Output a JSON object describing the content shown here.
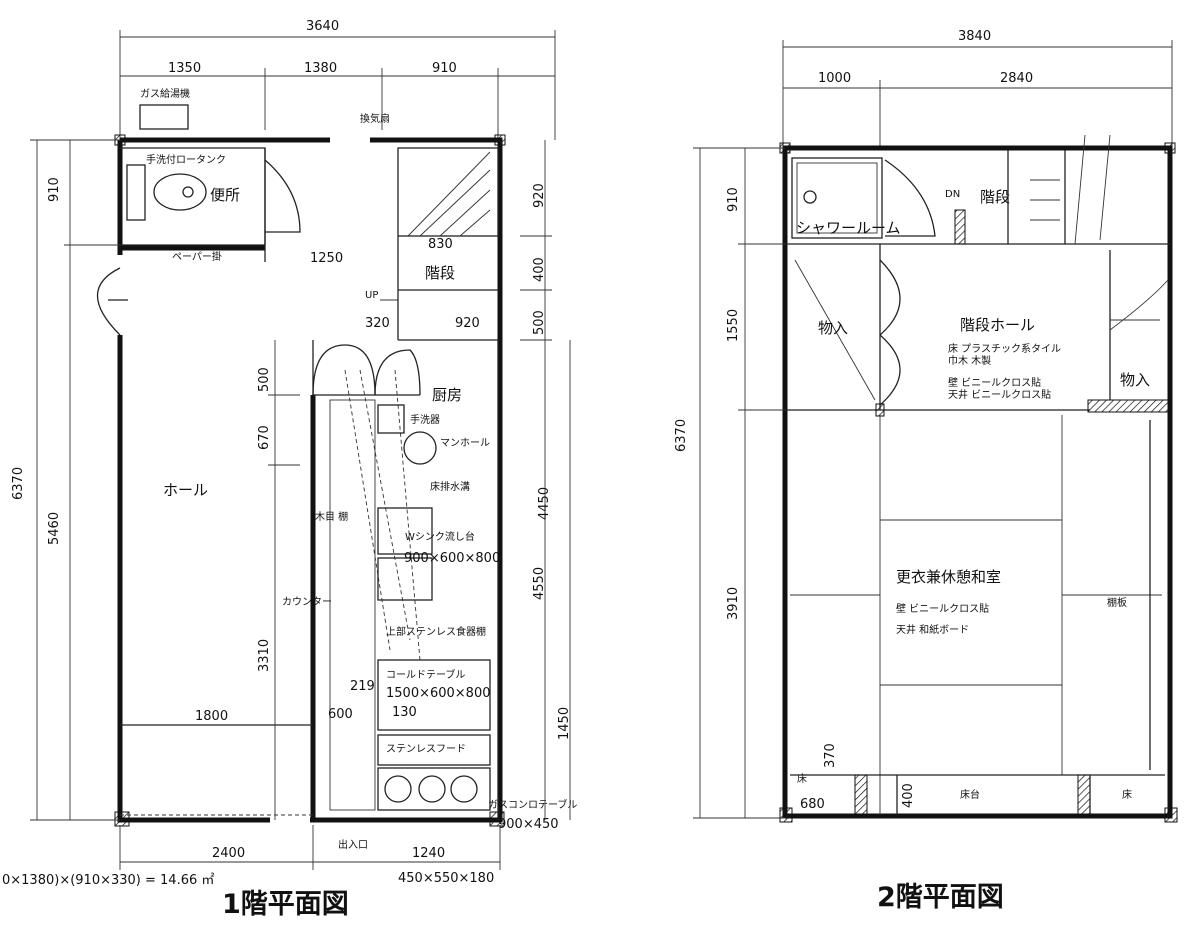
{
  "floor1": {
    "title": "1階平面図",
    "area_formula": "0×1380)×(910×330) = 14.66 ㎡",
    "dims": {
      "overall_width": "3640",
      "top_a": "1350",
      "top_b": "1380",
      "top_c": "910",
      "mid_1250": "1250",
      "d830": "830",
      "d320": "320",
      "d920": "920",
      "d1800": "1800",
      "d600": "600",
      "d219": "219",
      "d130": "130",
      "bottom_a": "2400",
      "bottom_b": "1240",
      "left_total": "6370",
      "left_910": "910",
      "left_5460": "5460",
      "inner_500": "500",
      "inner_670": "670",
      "inner_3310": "3310",
      "right_920": "920",
      "right_400": "400",
      "right_500": "500",
      "right_4450": "4450",
      "right_4550": "4550",
      "right_1450": "1450"
    },
    "labels": {
      "gas_heater": "ガス給湯機",
      "tank": "手洗付ロータンク",
      "toilet": "便所",
      "paper": "ペーパー掛",
      "vent": "換気扇",
      "stairs": "階段",
      "up": "UP",
      "hall": "ホール",
      "kitchen": "厨房",
      "sink_hand": "手洗器",
      "manhole": "マンホール",
      "faucet": "床排水溝",
      "wood": "木目 棚",
      "w_sink": "Wシンク流し台",
      "w_sink_size": "900×600×800",
      "counter": "カウンター",
      "upper_steel": "上部ステンレス食器棚",
      "cold_table": "コールドテーブル",
      "cold_size": "1500×600×800",
      "hood": "ステンレスフード",
      "gas_stove": "ガスコンロテーブル",
      "gas_size": "900×450",
      "shelf_size": "450×550×180",
      "entrance": "出入口",
      "shelf_label": "棚"
    }
  },
  "floor2": {
    "title": "2階平面図",
    "dims": {
      "overall_width": "3840",
      "top_a": "1000",
      "top_b": "2840",
      "left_total": "6370",
      "left_910": "910",
      "left_1550": "1550",
      "left_3910": "3910",
      "bottom_680": "680",
      "d370": "370",
      "d400": "400"
    },
    "labels": {
      "shower": "シャワールーム",
      "dn": "DN",
      "stairs": "階段",
      "storage_left": "物入",
      "stair_hall": "階段ホール",
      "floor_finish": "床 プラスチック系タイル",
      "baseboard": "巾木 木製",
      "wall_finish": "壁 ビニールクロス貼",
      "ceiling_finish": "天井 ビニールクロス貼",
      "storage_right": "物入",
      "changing": "更衣兼休憩和室",
      "wall2": "壁 ビニールクロス貼",
      "ceiling2": "天井 和紙ボード",
      "shelf": "棚板",
      "tokonoma": "床",
      "tokonoma2": "床",
      "stage": "床台"
    }
  }
}
